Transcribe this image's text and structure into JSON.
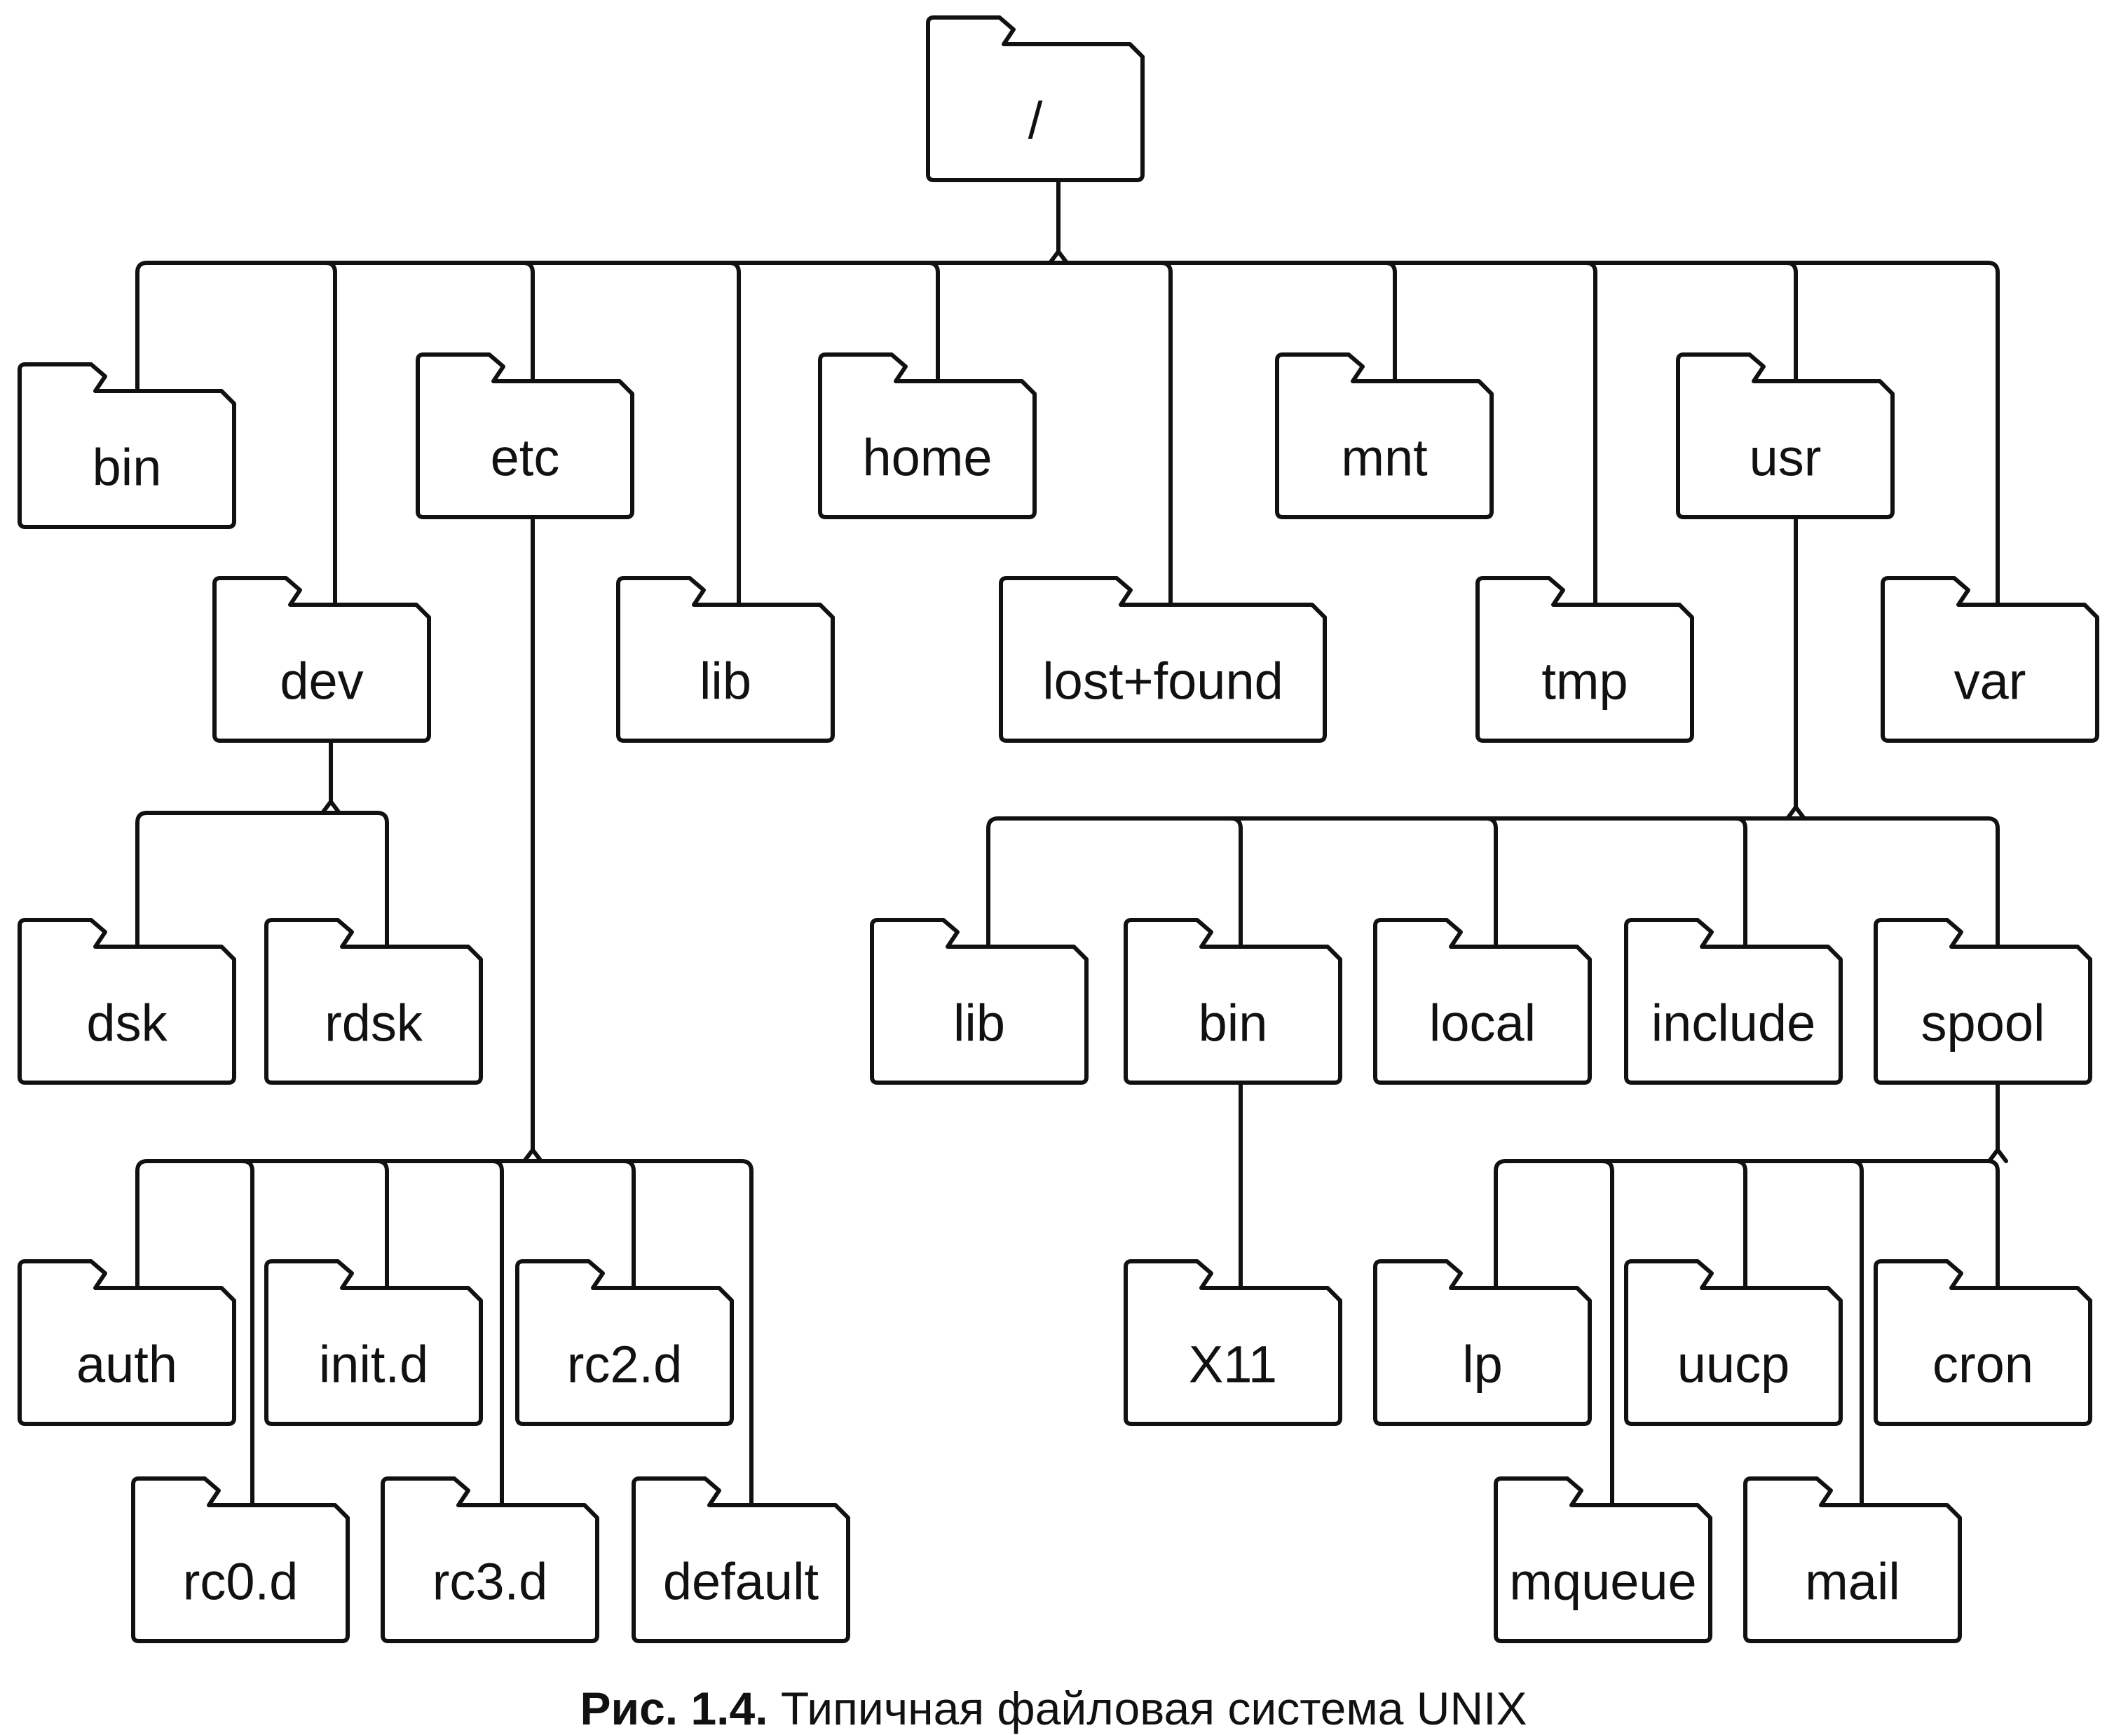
{
  "folders": [
    {
      "id": "root",
      "label": "/"
    },
    {
      "id": "bin",
      "label": "bin"
    },
    {
      "id": "dev",
      "label": "dev"
    },
    {
      "id": "etc",
      "label": "etc"
    },
    {
      "id": "lib",
      "label": "lib"
    },
    {
      "id": "home",
      "label": "home"
    },
    {
      "id": "lost-found",
      "label": "lost+found"
    },
    {
      "id": "mnt",
      "label": "mnt"
    },
    {
      "id": "tmp",
      "label": "tmp"
    },
    {
      "id": "usr",
      "label": "usr"
    },
    {
      "id": "var",
      "label": "var"
    },
    {
      "id": "dsk",
      "label": "dsk"
    },
    {
      "id": "rdsk",
      "label": "rdsk"
    },
    {
      "id": "auth",
      "label": "auth"
    },
    {
      "id": "rc0-d",
      "label": "rc0.d"
    },
    {
      "id": "init-d",
      "label": "init.d"
    },
    {
      "id": "rc3-d",
      "label": "rc3.d"
    },
    {
      "id": "rc2-d",
      "label": "rc2.d"
    },
    {
      "id": "default",
      "label": "default"
    },
    {
      "id": "usr-lib",
      "label": "lib"
    },
    {
      "id": "usr-bin",
      "label": "bin"
    },
    {
      "id": "local",
      "label": "local"
    },
    {
      "id": "include",
      "label": "include"
    },
    {
      "id": "spool",
      "label": "spool"
    },
    {
      "id": "x11",
      "label": "X11"
    },
    {
      "id": "lp",
      "label": "lp"
    },
    {
      "id": "mqueue",
      "label": "mqueue"
    },
    {
      "id": "uucp",
      "label": "uucp"
    },
    {
      "id": "mail",
      "label": "mail"
    },
    {
      "id": "cron",
      "label": "cron"
    }
  ],
  "edges": [
    {
      "from": "root",
      "to": [
        "bin",
        "dev",
        "etc",
        "lib",
        "home",
        "lost-found",
        "mnt",
        "tmp",
        "usr",
        "var"
      ]
    },
    {
      "from": "dev",
      "to": [
        "dsk",
        "rdsk"
      ]
    },
    {
      "from": "etc",
      "to": [
        "auth",
        "rc0-d",
        "init-d",
        "rc3-d",
        "rc2-d",
        "default"
      ]
    },
    {
      "from": "usr",
      "to": [
        "usr-lib",
        "usr-bin",
        "local",
        "include",
        "spool"
      ]
    },
    {
      "from": "usr-bin",
      "to": [
        "x11"
      ]
    },
    {
      "from": "spool",
      "to": [
        "lp",
        "mqueue",
        "uucp",
        "mail",
        "cron"
      ]
    }
  ],
  "caption": {
    "number": "Рис. 1.4.",
    "text": "Типичная файловая система UNIX"
  }
}
